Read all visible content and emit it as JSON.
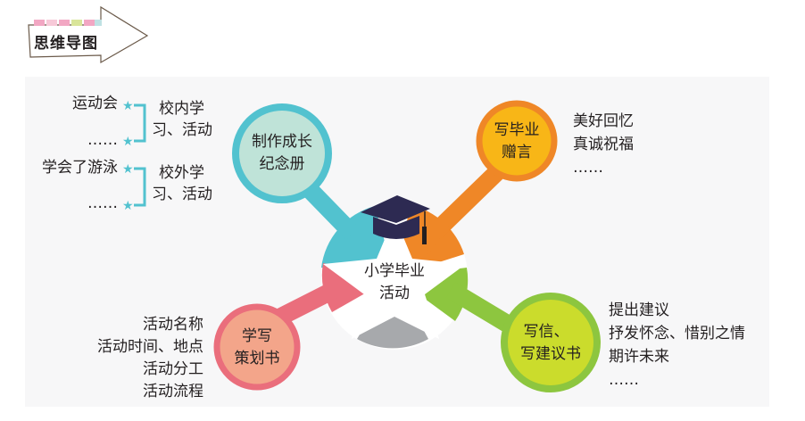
{
  "banner": {
    "title": "思维导图"
  },
  "center": {
    "line1": "小学毕业",
    "line2": "活动",
    "icon": "graduation-cap-icon"
  },
  "colors": {
    "teal": "#52c2cf",
    "teal_fill": "#bfe3d8",
    "orange": "#ef8727",
    "orange_fill": "#f8b617",
    "pink": "#ea6e7c",
    "pink_fill": "#f3a58a",
    "green": "#8dc63f",
    "green_fill": "#cbdc2c",
    "gray": "#a7a9ac",
    "cap": "#2d2a52"
  },
  "nodes": {
    "memorial": {
      "line1": "制作成长",
      "line2": "纪念册",
      "groups": [
        {
          "label_line1": "校内学",
          "label_line2": "习、活动",
          "items": [
            "运动会",
            "……"
          ]
        },
        {
          "label_line1": "校外学",
          "label_line2": "习、活动",
          "items": [
            "学会了游泳",
            "……"
          ]
        }
      ]
    },
    "farewell": {
      "line1": "写毕业",
      "line2": "赠言",
      "items": [
        "美好回忆",
        "真诚祝福",
        "……"
      ]
    },
    "plan": {
      "line1": "学写",
      "line2": "策划书",
      "items": [
        "活动名称",
        "活动时间、地点",
        "活动分工",
        "活动流程"
      ]
    },
    "letter": {
      "line1": "写信、",
      "line2": "写建议书",
      "items": [
        "提出建议",
        "抒发怀念、惜别之情",
        "期许未来",
        "……"
      ]
    }
  }
}
